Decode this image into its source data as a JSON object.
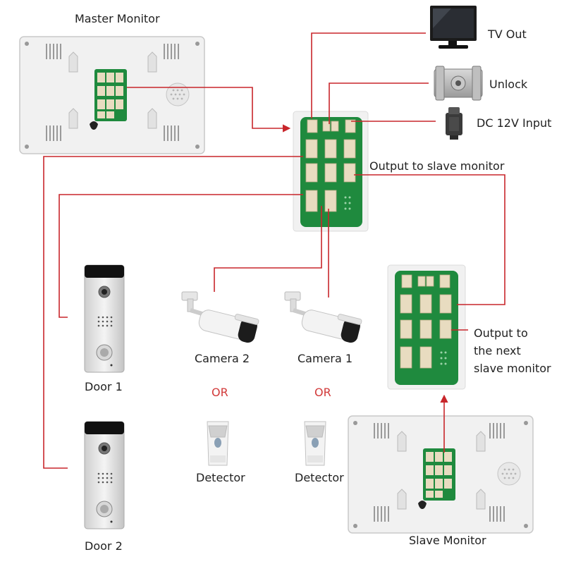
{
  "labels": {
    "master_monitor": "Master Monitor",
    "tv_out": "TV Out",
    "unlock": "Unlock",
    "dc_input": "DC 12V Input",
    "output_slave": "Output to slave monitor",
    "output_next_l1": "Output to",
    "output_next_l2": "the next",
    "output_next_l3": "slave monitor",
    "camera2": "Camera 2",
    "camera1": "Camera 1",
    "or1": "OR",
    "or2": "OR",
    "detector1": "Detector",
    "detector2": "Detector",
    "door1": "Door 1",
    "door2": "Door 2",
    "slave_monitor": "Slave Monitor"
  },
  "colors": {
    "wire": "#c8262b",
    "or_text": "#d23a3a",
    "pcb": "#1f8a3e",
    "connector": "#e8dcc0",
    "monitor_body": "#f1f1f1"
  }
}
